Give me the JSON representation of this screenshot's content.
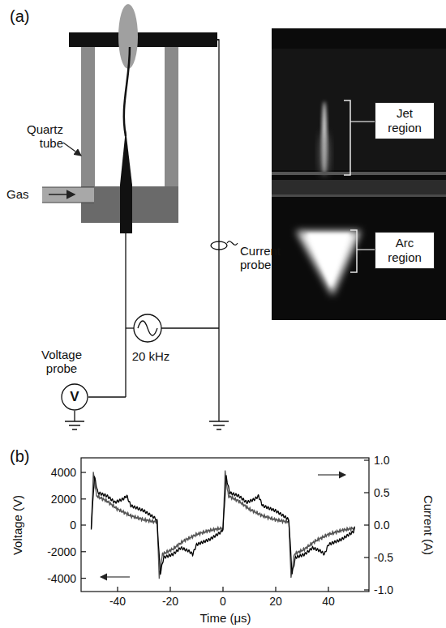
{
  "diagram": {
    "nodes": [
      {
        "text": [
          "Jet region"
        ]
      },
      {
        "text": [
          "Arc region"
        ]
      },
      {
        "text": [
          "V"
        ]
      }
    ],
    "labels": [
      "(a)",
      "Quartz tube",
      "Gas",
      "Current probe",
      "20 kHz",
      "Voltage probe",
      "(b)",
      "4000",
      "2000",
      "0",
      "-2000",
      "-4000",
      "Voltage (V)",
      "-40",
      "-20",
      "0",
      "20",
      "40",
      "Time (μs)",
      "1.0",
      "0.5",
      "0.0",
      "-0.5",
      "-1.0",
      "Current (A)"
    ]
  }
}
